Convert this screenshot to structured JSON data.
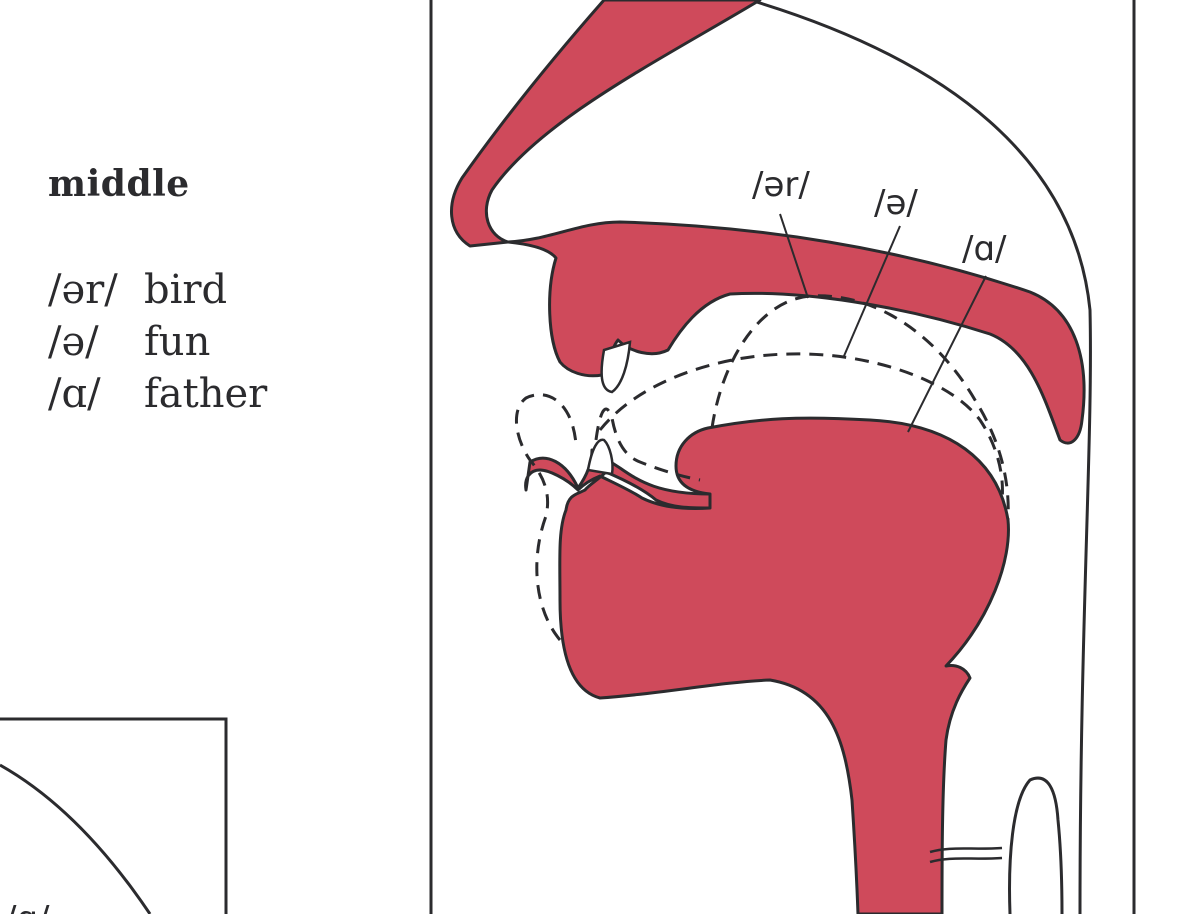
{
  "legend": {
    "heading": "middle",
    "rows": [
      {
        "symbol": "/ər/",
        "word": "bird"
      },
      {
        "symbol": "/ə/",
        "word": "fun"
      },
      {
        "symbol": "/ɑ/",
        "word": "father"
      }
    ]
  },
  "diagram": {
    "labels": {
      "er": "/ər/",
      "schwa": "/ə/",
      "a": "/ɑ/",
      "partial": "/ɑ/"
    },
    "colors": {
      "tissue": "#cf4a5b",
      "outline": "#2b2b2e",
      "background": "#ffffff"
    }
  }
}
